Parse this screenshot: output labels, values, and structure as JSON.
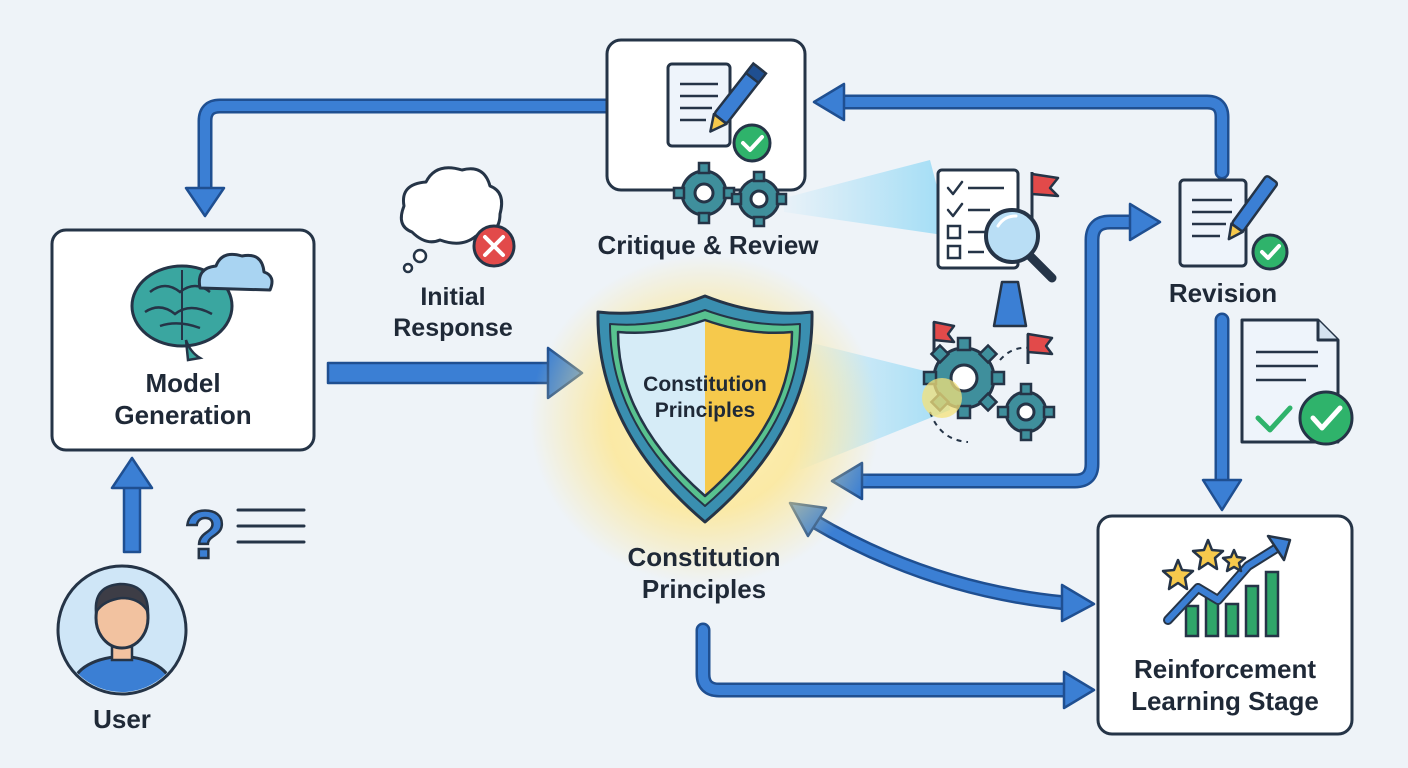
{
  "nodes": {
    "model_generation": {
      "line1": "Model",
      "line2": "Generation"
    },
    "initial_response": {
      "line1": "Initial",
      "line2": "Response"
    },
    "critique_review": {
      "label": "Critique & Review"
    },
    "shield": {
      "line1": "Constitution",
      "line2": "Principles"
    },
    "constitution_principles": {
      "line1": "Constitution",
      "line2": "Principles"
    },
    "revision": {
      "label": "Revision"
    },
    "reinforcement": {
      "line1": "Reinforcement",
      "line2": "Learning Stage"
    },
    "user": {
      "label": "User"
    }
  },
  "colors": {
    "arrow": "#3b7fd4",
    "arrow_outline": "#1f4f91",
    "outline": "#253447",
    "brain": "#3aa6a0",
    "check": "#2fb36b",
    "error": "#e24a4a",
    "shield_blue": "#cfe9f7",
    "shield_gold": "#f6c94c",
    "glow": "#ffe27a",
    "gear": "#3f8f9c"
  }
}
